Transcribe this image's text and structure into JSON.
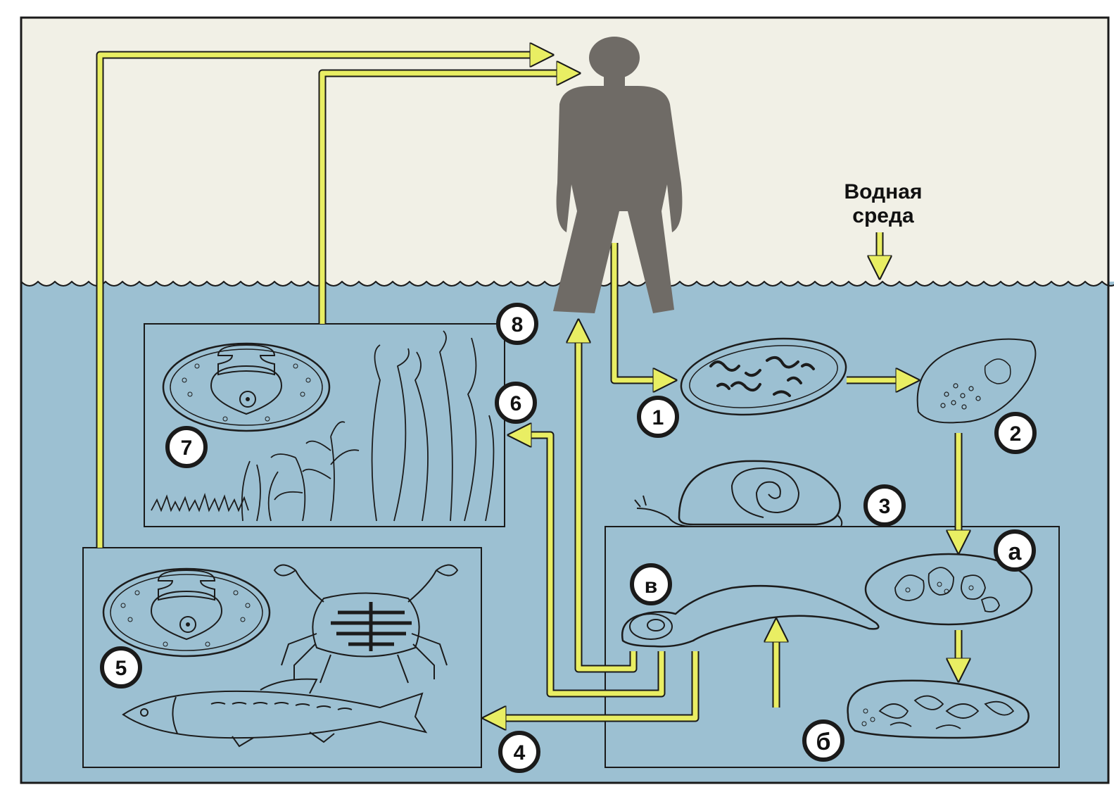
{
  "title_text": {
    "line1": "Водная",
    "line2": "среда"
  },
  "labels": {
    "n1": "1",
    "n2": "2",
    "n3": "3",
    "n4": "4",
    "n5": "5",
    "n6": "6",
    "n7": "7",
    "n8": "8",
    "a": "а",
    "b": "б",
    "v": "в"
  },
  "colors": {
    "sky": "#f1f0e6",
    "water": "#9cc0d2",
    "frame": "#1a1a1a",
    "arrow": "#e9ee63",
    "human": "#6f6b66",
    "line_art": "#1c1c1c"
  },
  "icons": {
    "human": "human-silhouette",
    "egg": "egg-with-miracidium",
    "miracidium": "miracidium-larva",
    "snail": "snail-intermediate-host",
    "sporocyst": "sporocyst",
    "redia": "redia",
    "cercaria": "cercaria",
    "metacercaria": "metacercaria-cyst",
    "plants": "aquatic-plants",
    "crab": "crab-host",
    "fish": "fish-host"
  }
}
